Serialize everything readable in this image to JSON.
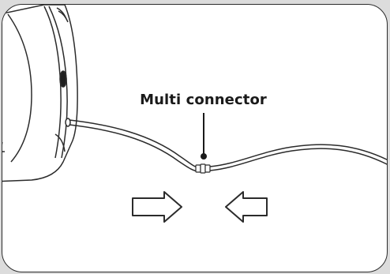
{
  "diagram": {
    "callout_label": "Multi connector",
    "colors": {
      "background": "#dcdcdc",
      "panel": "#ffffff",
      "outline": "#2b2b2b"
    },
    "icons": {
      "device": "device-body",
      "tube": "tube-line",
      "connector": "multi-connector-joint",
      "arrow_right": "arrow-right-outline",
      "arrow_left": "arrow-left-outline"
    }
  }
}
